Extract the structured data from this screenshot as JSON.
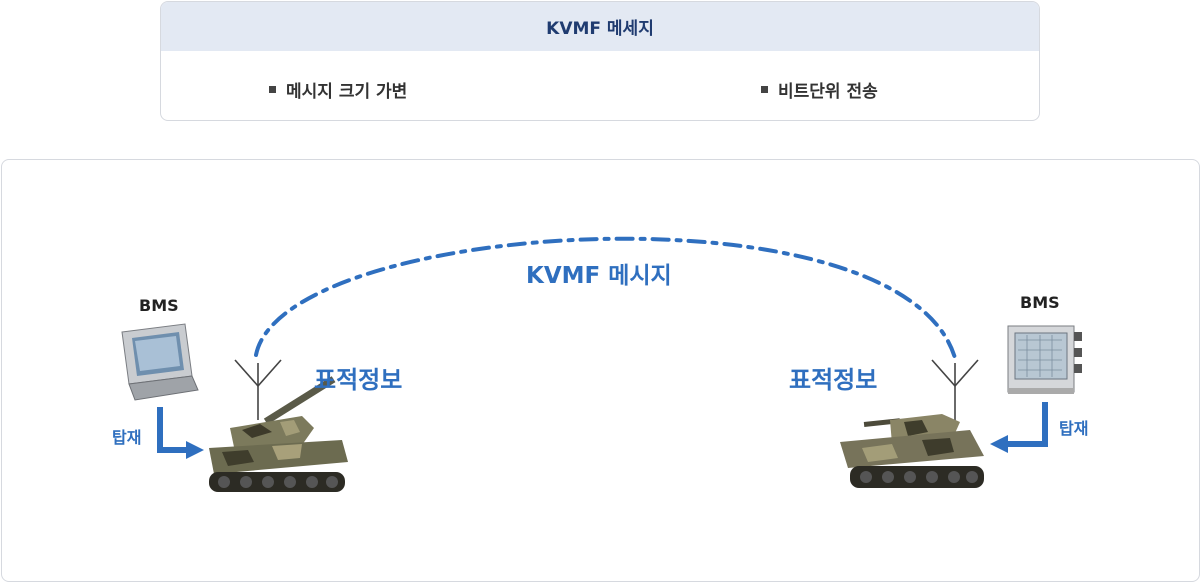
{
  "top_panel": {
    "title": "KVMF 메세지",
    "features": [
      "메시지 크기 가변",
      "비트단위 전송"
    ]
  },
  "diagram": {
    "arc_label": "KVMF 메시지",
    "left": {
      "device": "BMS",
      "info_label": "표적정보",
      "mount_label": "탑재"
    },
    "right": {
      "device": "BMS",
      "info_label": "표적정보",
      "mount_label": "탑재"
    }
  },
  "colors": {
    "accent_blue": "#2f6fbf",
    "header_bg": "#e3e9f3",
    "header_text": "#1f3b70"
  },
  "icons": [
    "bms-laptop-icon",
    "bms-terminal-icon",
    "antenna-icon",
    "tank-icon",
    "ifv-icon",
    "arrow-icon"
  ]
}
